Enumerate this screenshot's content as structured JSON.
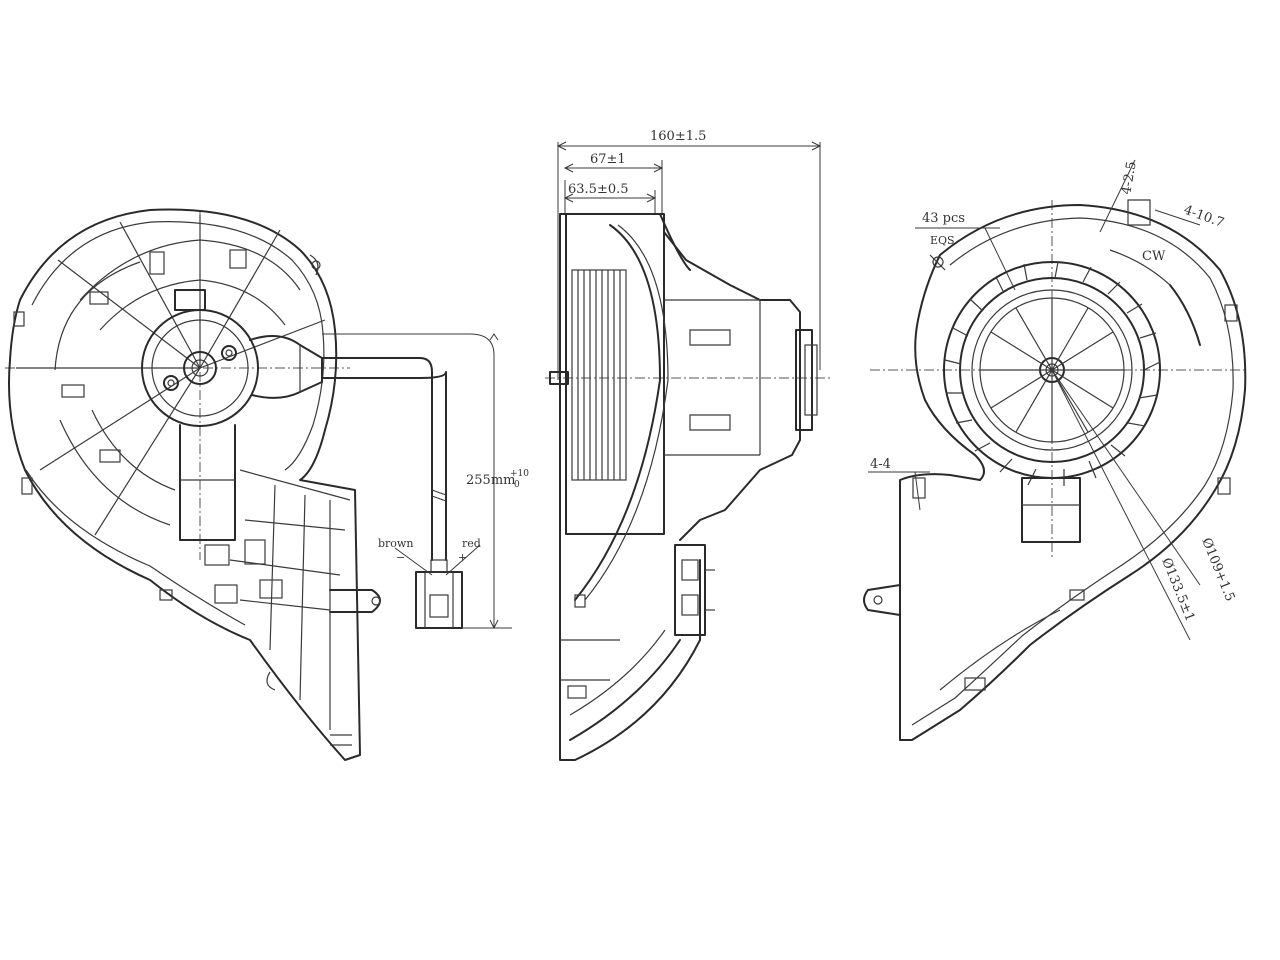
{
  "dimensions": {
    "overall_length": "160±1.5",
    "mid_length": "67±1",
    "inner_length": "63.5±0.5",
    "blade_count": "43 pcs",
    "blade_spacing": "EQS",
    "rotation": "CW",
    "mount_hole_a": "4-2.5",
    "mount_hole_b": "4-10.7",
    "mount_hole_c": "4-4",
    "wheel_diameter": "Ø109+1.5",
    "outer_diameter": "Ø133.5±1",
    "cable_length": "255mm",
    "cable_tol_upper": "+10",
    "cable_tol_lower": "0"
  },
  "connector": {
    "wire_brown": "brown",
    "wire_red": "red",
    "minus": "−",
    "plus": "+"
  }
}
